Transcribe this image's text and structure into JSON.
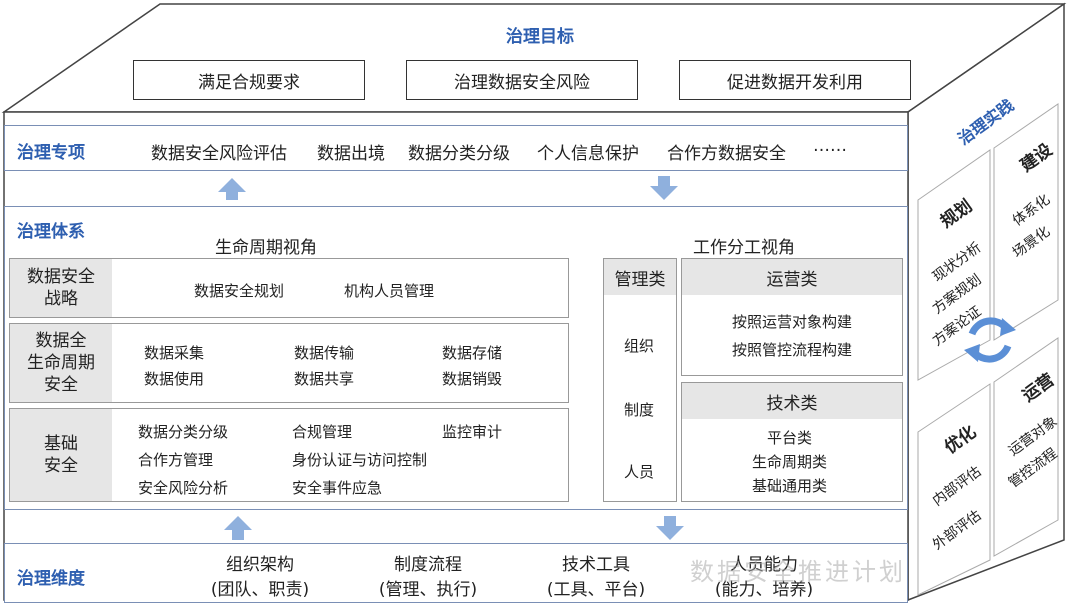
{
  "top": {
    "title": "治理目标",
    "goals": [
      "满足合规要求",
      "治理数据安全风险",
      "促进数据开发利用"
    ]
  },
  "special": {
    "title": "治理专项",
    "items": [
      "数据安全风险评估",
      "数据出境",
      "数据分类分级",
      "个人信息保护",
      "合作方数据安全",
      "……"
    ]
  },
  "system": {
    "title": "治理体系",
    "lifecycle_title": "生命周期视角",
    "division_title": "工作分工视角",
    "blocks": [
      {
        "label": "数据安全\n战略",
        "items": [
          "数据安全规划",
          "机构人员管理"
        ]
      },
      {
        "label": "数据全\n生命周期\n安全",
        "items": [
          "数据采集",
          "数据传输",
          "数据存储",
          "数据使用",
          "数据共享",
          "数据销毁"
        ]
      },
      {
        "label": "基础\n安全",
        "items": [
          "数据分类分级",
          "合规管理",
          "监控审计",
          "合作方管理",
          "身份认证与访问控制",
          "安全风险分析",
          "安全事件应急"
        ]
      }
    ],
    "mgmt": {
      "header": "管理类",
      "items": [
        "组织",
        "制度",
        "人员"
      ]
    },
    "ops": {
      "header": "运营类",
      "items": [
        "按照运营对象构建",
        "按照管控流程构建"
      ]
    },
    "tech": {
      "header": "技术类",
      "items": [
        "平台类",
        "生命周期类",
        "基础通用类"
      ]
    }
  },
  "dimension": {
    "title": "治理维度",
    "items": [
      {
        "main": "组织架构",
        "sub": "(团队、职责)"
      },
      {
        "main": "制度流程",
        "sub": "(管理、执行)"
      },
      {
        "main": "技术工具",
        "sub": "(工具、平台)"
      },
      {
        "main": "人员能力",
        "sub": "(能力、培养)"
      }
    ]
  },
  "practice": {
    "title": "治理实践",
    "plan": {
      "title": "规划",
      "items": [
        "现状分析",
        "方案规划",
        "方案论证"
      ]
    },
    "build": {
      "title": "建设",
      "items": [
        "体系化",
        "场景化"
      ]
    },
    "optimize": {
      "title": "优化",
      "items": [
        "内部评估",
        "外部评估"
      ]
    },
    "operate": {
      "title": "运营",
      "items": [
        "运营对象",
        "管控流程"
      ]
    }
  },
  "watermark": "数据安全推进计划",
  "colors": {
    "accent": "#2e5fb0",
    "arrow": "#8fb0dd",
    "panel_border": "#7a8fb5",
    "label_bg": "#e6e6e6"
  }
}
